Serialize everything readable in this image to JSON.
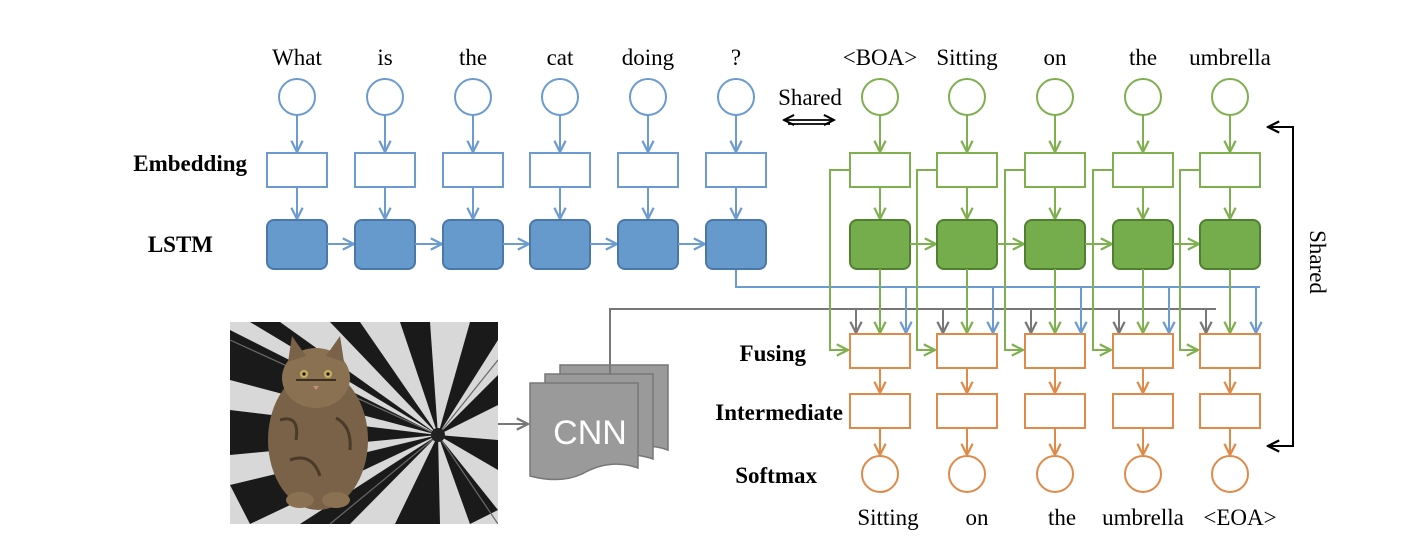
{
  "question_words": [
    "What",
    "is",
    "the",
    "cat",
    "doing",
    "?"
  ],
  "answer_input_words": [
    "<BOA>",
    "Sitting",
    "on",
    "the",
    "umbrella"
  ],
  "answer_output_words": [
    "Sitting",
    "on",
    "the",
    "umbrella",
    "<EOA>"
  ],
  "row_labels": {
    "embedding": "Embedding",
    "lstm": "LSTM",
    "fusing": "Fusing",
    "intermediate": "Intermediate",
    "softmax": "Softmax"
  },
  "shared_horizontal": "Shared",
  "shared_vertical": "Shared",
  "cnn_label": "CNN",
  "image": {
    "subject": "cat sitting on black and white striped umbrella"
  },
  "colors": {
    "question": "#6b9bd1",
    "question_lstm_fill": "#6699cc",
    "question_lstm_stroke": "#4a78a8",
    "answer": "#7fb04f",
    "answer_lstm_fill": "#76ad4c",
    "answer_lstm_stroke": "#4f8030",
    "fusing": "#e08a4a",
    "cnn": "#999999",
    "cnn_stroke": "#777777",
    "arrow_gray": "#777777"
  }
}
